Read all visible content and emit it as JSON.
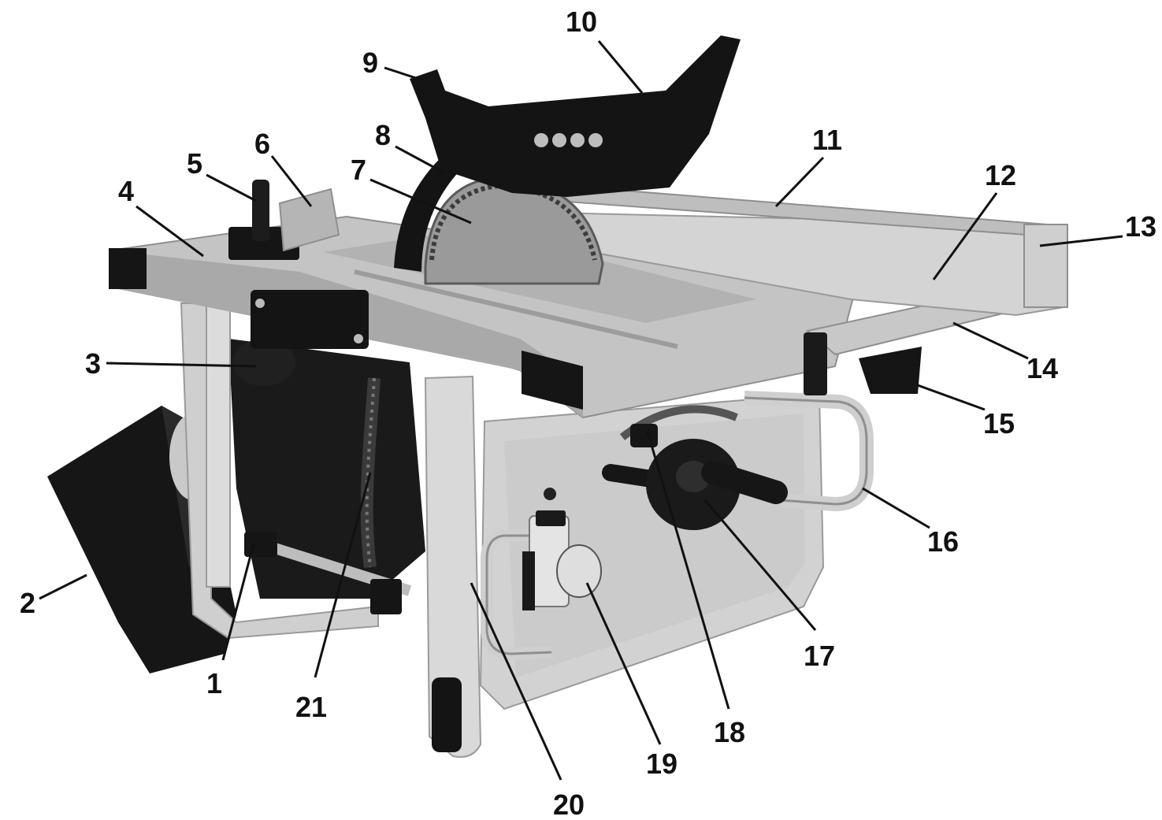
{
  "figure": {
    "colors": {
      "ink": "#111111",
      "metal_light": "#d6d6d6",
      "metal_mid": "#b9b9b9",
      "metal_dark": "#8c8c8c",
      "black_part": "#161616",
      "blade": "#9a9a9a",
      "background": "#ffffff"
    },
    "callouts": [
      {
        "label": "1"
      },
      {
        "label": "2"
      },
      {
        "label": "3"
      },
      {
        "label": "4"
      },
      {
        "label": "5"
      },
      {
        "label": "6"
      },
      {
        "label": "7"
      },
      {
        "label": "8"
      },
      {
        "label": "9"
      },
      {
        "label": "10"
      },
      {
        "label": "11"
      },
      {
        "label": "12"
      },
      {
        "label": "13"
      },
      {
        "label": "14"
      },
      {
        "label": "15"
      },
      {
        "label": "16"
      },
      {
        "label": "17"
      },
      {
        "label": "18"
      },
      {
        "label": "19"
      },
      {
        "label": "20"
      },
      {
        "label": "21"
      }
    ]
  }
}
